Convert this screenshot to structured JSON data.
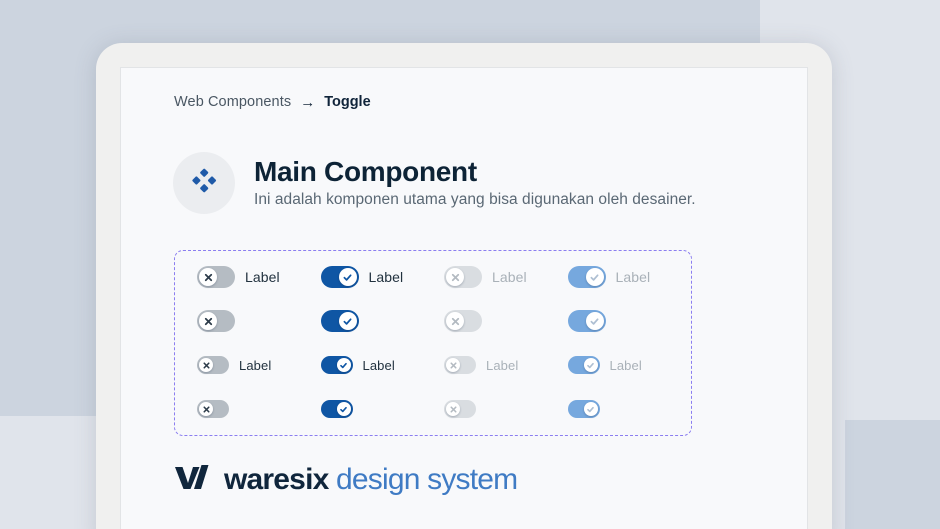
{
  "background": {
    "base_color": "#e0e4eb",
    "block_color": "#ccd4df"
  },
  "breadcrumb": {
    "parent": "Web Components",
    "separator": "→",
    "current": "Toggle"
  },
  "header": {
    "icon": "diamond-cluster-icon",
    "icon_color": "#1f5aa8",
    "title": "Main Component",
    "subtitle": "Ini adalah komponen utama yang bisa digunakan oleh desainer."
  },
  "toggle_grid": {
    "border_color": "#8b7ef0",
    "colors": {
      "off_track": "#b5bcc3",
      "on_track": "#0f56a4",
      "off_track_disabled": "#d9dde1",
      "on_track_disabled": "#76a8de",
      "knob": "#ffffff",
      "label": "#22323f",
      "label_disabled": "#a9b1b8"
    },
    "rows": [
      {
        "size": "lg",
        "cells": [
          {
            "state": "off",
            "disabled": false,
            "icon": "close-icon",
            "label": "Label"
          },
          {
            "state": "on",
            "disabled": false,
            "icon": "check-icon",
            "label": "Label"
          },
          {
            "state": "off",
            "disabled": true,
            "icon": "close-icon",
            "label": "Label"
          },
          {
            "state": "on",
            "disabled": true,
            "icon": "check-icon",
            "label": "Label"
          }
        ]
      },
      {
        "size": "lg",
        "cells": [
          {
            "state": "off",
            "disabled": false,
            "icon": "close-icon",
            "label": ""
          },
          {
            "state": "on",
            "disabled": false,
            "icon": "check-icon",
            "label": ""
          },
          {
            "state": "off",
            "disabled": true,
            "icon": "close-icon",
            "label": ""
          },
          {
            "state": "on",
            "disabled": true,
            "icon": "check-icon",
            "label": ""
          }
        ]
      },
      {
        "size": "sm",
        "cells": [
          {
            "state": "off",
            "disabled": false,
            "icon": "close-icon",
            "label": "Label"
          },
          {
            "state": "on",
            "disabled": false,
            "icon": "check-icon",
            "label": "Label"
          },
          {
            "state": "off",
            "disabled": true,
            "icon": "close-icon",
            "label": "Label"
          },
          {
            "state": "on",
            "disabled": true,
            "icon": "check-icon",
            "label": "Label"
          }
        ]
      },
      {
        "size": "sm",
        "cells": [
          {
            "state": "off",
            "disabled": false,
            "icon": "close-icon",
            "label": ""
          },
          {
            "state": "on",
            "disabled": false,
            "icon": "check-icon",
            "label": ""
          },
          {
            "state": "off",
            "disabled": true,
            "icon": "close-icon",
            "label": ""
          },
          {
            "state": "on",
            "disabled": true,
            "icon": "check-icon",
            "label": ""
          }
        ]
      }
    ]
  },
  "footer": {
    "mark": "waresix-w-mark",
    "brand": "waresix",
    "tagline": "design system",
    "brand_color": "#10263c",
    "tagline_color": "#3f7bc4"
  }
}
